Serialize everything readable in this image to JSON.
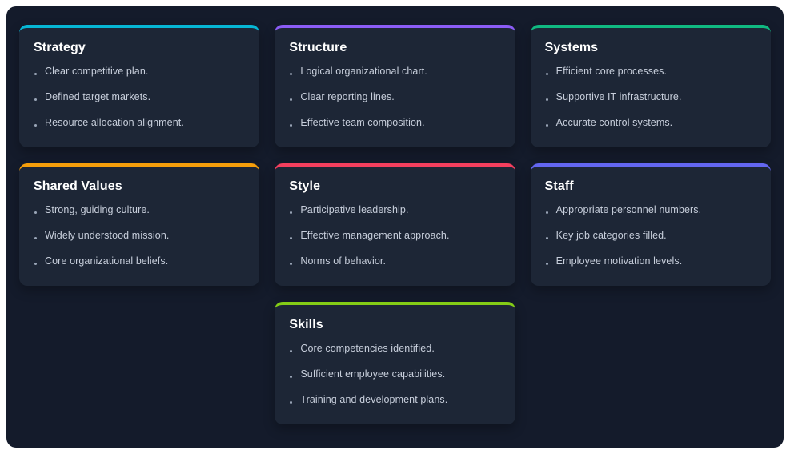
{
  "page": {
    "outer_background": "#ffffff",
    "container_background": "#141b2b",
    "card_background": "#1d2636",
    "title_color": "#ffffff",
    "item_color": "#c7cedb"
  },
  "cards": [
    {
      "title": "Strategy",
      "accent": "#06b6d4",
      "items": [
        "Clear competitive plan.",
        "Defined target markets.",
        "Resource allocation alignment."
      ]
    },
    {
      "title": "Structure",
      "accent": "#8b5cf6",
      "items": [
        "Logical organizational chart.",
        "Clear reporting lines.",
        "Effective team composition."
      ]
    },
    {
      "title": "Systems",
      "accent": "#10b981",
      "items": [
        "Efficient core processes.",
        "Supportive IT infrastructure.",
        "Accurate control systems."
      ]
    },
    {
      "title": "Shared Values",
      "accent": "#f59e0b",
      "items": [
        "Strong, guiding culture.",
        "Widely understood mission.",
        "Core organizational beliefs."
      ]
    },
    {
      "title": "Style",
      "accent": "#f43f5e",
      "items": [
        "Participative leadership.",
        "Effective management approach.",
        "Norms of behavior."
      ]
    },
    {
      "title": "Staff",
      "accent": "#6366f1",
      "items": [
        "Appropriate personnel numbers.",
        "Key job categories filled.",
        "Employee motivation levels."
      ]
    },
    {
      "title": "Skills",
      "accent": "#84cc16",
      "items": [
        "Core competencies identified.",
        "Sufficient employee capabilities.",
        "Training and development plans."
      ]
    }
  ]
}
